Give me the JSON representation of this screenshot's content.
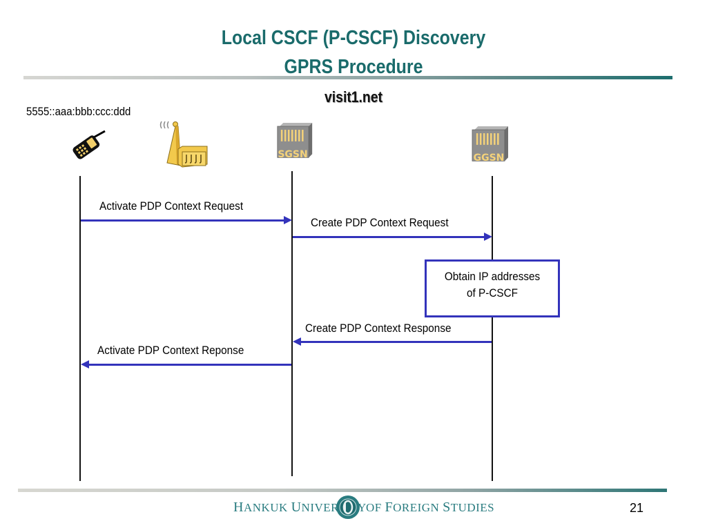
{
  "slide": {
    "title_line1": "Local CSCF (P-CSCF) Discovery",
    "title_line2": "GPRS Procedure",
    "domain_label": "visit1.net",
    "ue_address": "5555::aaa:bbb:ccc:ddd",
    "page_number": "21"
  },
  "nodes": {
    "ue": "mobile-phone",
    "bts": "base-station",
    "sgsn": "SGSN",
    "ggsn": "GGSN"
  },
  "messages": [
    {
      "label": "Activate PDP Context Request",
      "from": "UE",
      "to": "SGSN"
    },
    {
      "label": "Create PDP Context Request",
      "from": "SGSN",
      "to": "GGSN"
    },
    {
      "label": "Create PDP Context Response",
      "from": "GGSN",
      "to": "SGSN"
    },
    {
      "label": "Activate PDP Context Reponse",
      "from": "SGSN",
      "to": "UE"
    }
  ],
  "process_box": {
    "line1": "Obtain IP addresses",
    "line2": "of P-CSCF"
  },
  "footer": {
    "univ_left_cap1": "H",
    "univ_left_rest1": "ANKUK ",
    "univ_left_cap2": "U",
    "univ_left_rest2": "NIVERSITY",
    "univ_right_cap1": "OF ",
    "univ_right_cap2": "F",
    "univ_right_rest2": "OREIGN ",
    "univ_right_cap3": "S",
    "univ_right_rest3": "TUDIES"
  },
  "colors": {
    "title": "#1a6b6b",
    "arrow": "#3333bb",
    "node_label": "#f4d27a"
  }
}
